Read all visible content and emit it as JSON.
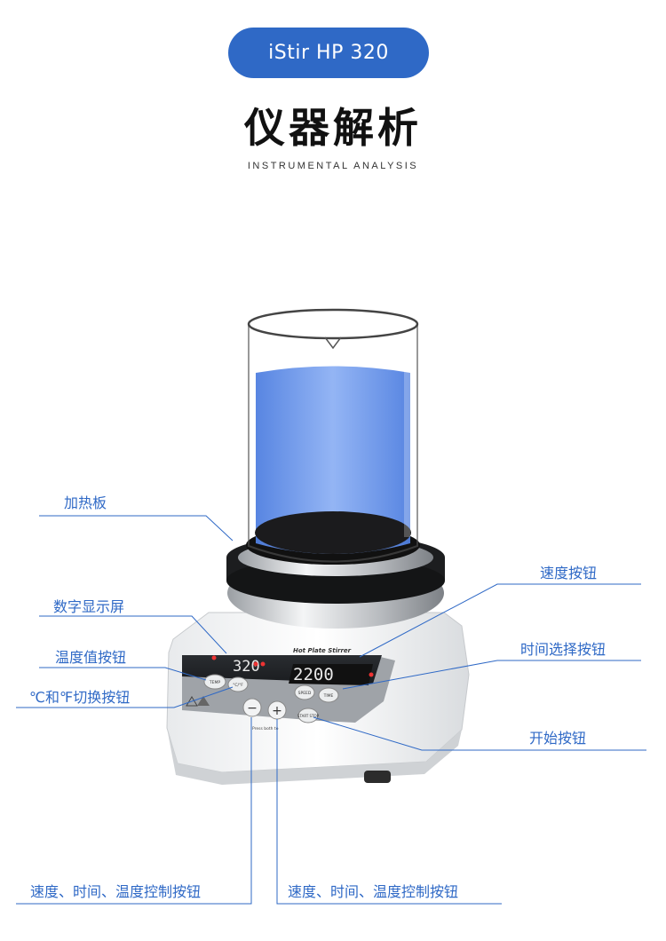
{
  "header": {
    "product_name": "iStir HP 320",
    "title": "仪器解析",
    "subtitle": "INSTRUMENTAL ANALYSIS"
  },
  "device": {
    "display_left": "320",
    "display_right": "2200",
    "brand_text": "Hot Plate Stirrer",
    "btn_temp": "TEMP",
    "btn_unit": "°C/°F",
    "btn_speed": "SPEED",
    "btn_time": "TIME",
    "btn_start": "START STOP",
    "btn_minus": "−",
    "btn_plus": "+",
    "hint": "Press both to"
  },
  "callouts": {
    "heating_plate": "加热板",
    "digital_display": "数字显示屏",
    "temp_value_button": "温度值按钮",
    "unit_toggle_button": "℃和℉切换按钮",
    "speed_button": "速度按钮",
    "time_select_button": "时间选择按钮",
    "start_button": "开始按钮",
    "control_minus": "速度、时间、温度控制按钮",
    "control_plus": "速度、时间、温度控制按钮"
  },
  "colors": {
    "accent": "#2f69c6",
    "liquid": "#6f98ee"
  }
}
